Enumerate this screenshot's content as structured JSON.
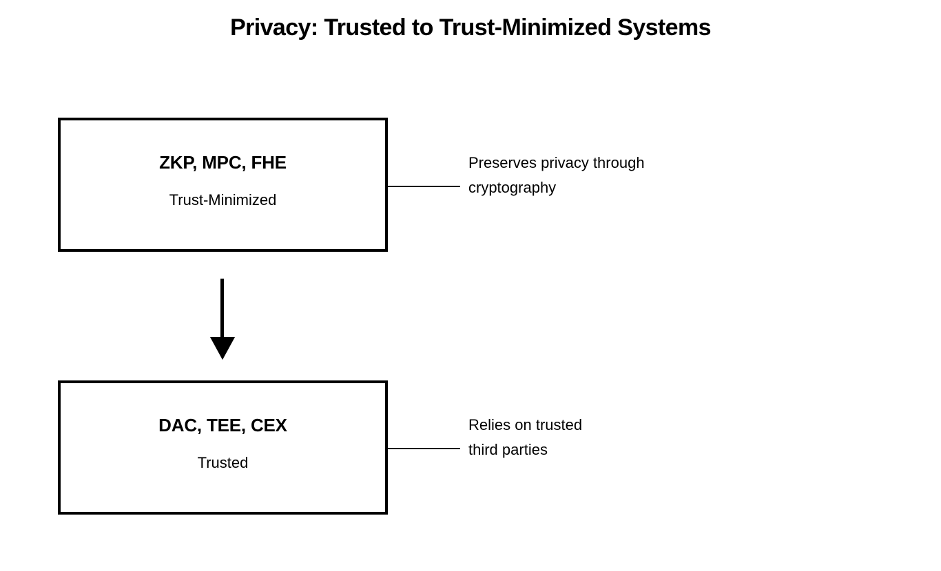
{
  "title": "Privacy: Trusted to Trust-Minimized Systems",
  "colors": {
    "background": "#ffffff",
    "stroke": "#000000",
    "text": "#000000"
  },
  "nodes": [
    {
      "id": "trust-minimized",
      "title": "ZKP, MPC, FHE",
      "subtitle": "Trust-Minimized",
      "annotation": {
        "line1": "Preserves privacy through",
        "line2": "cryptography"
      }
    },
    {
      "id": "trusted",
      "title": "DAC, TEE, CEX",
      "subtitle": "Trusted",
      "annotation": {
        "line1": "Relies on trusted",
        "line2": "third parties"
      }
    }
  ],
  "connector": {
    "type": "arrow-down",
    "from": "trust-minimized",
    "to": "trusted",
    "label": ""
  }
}
